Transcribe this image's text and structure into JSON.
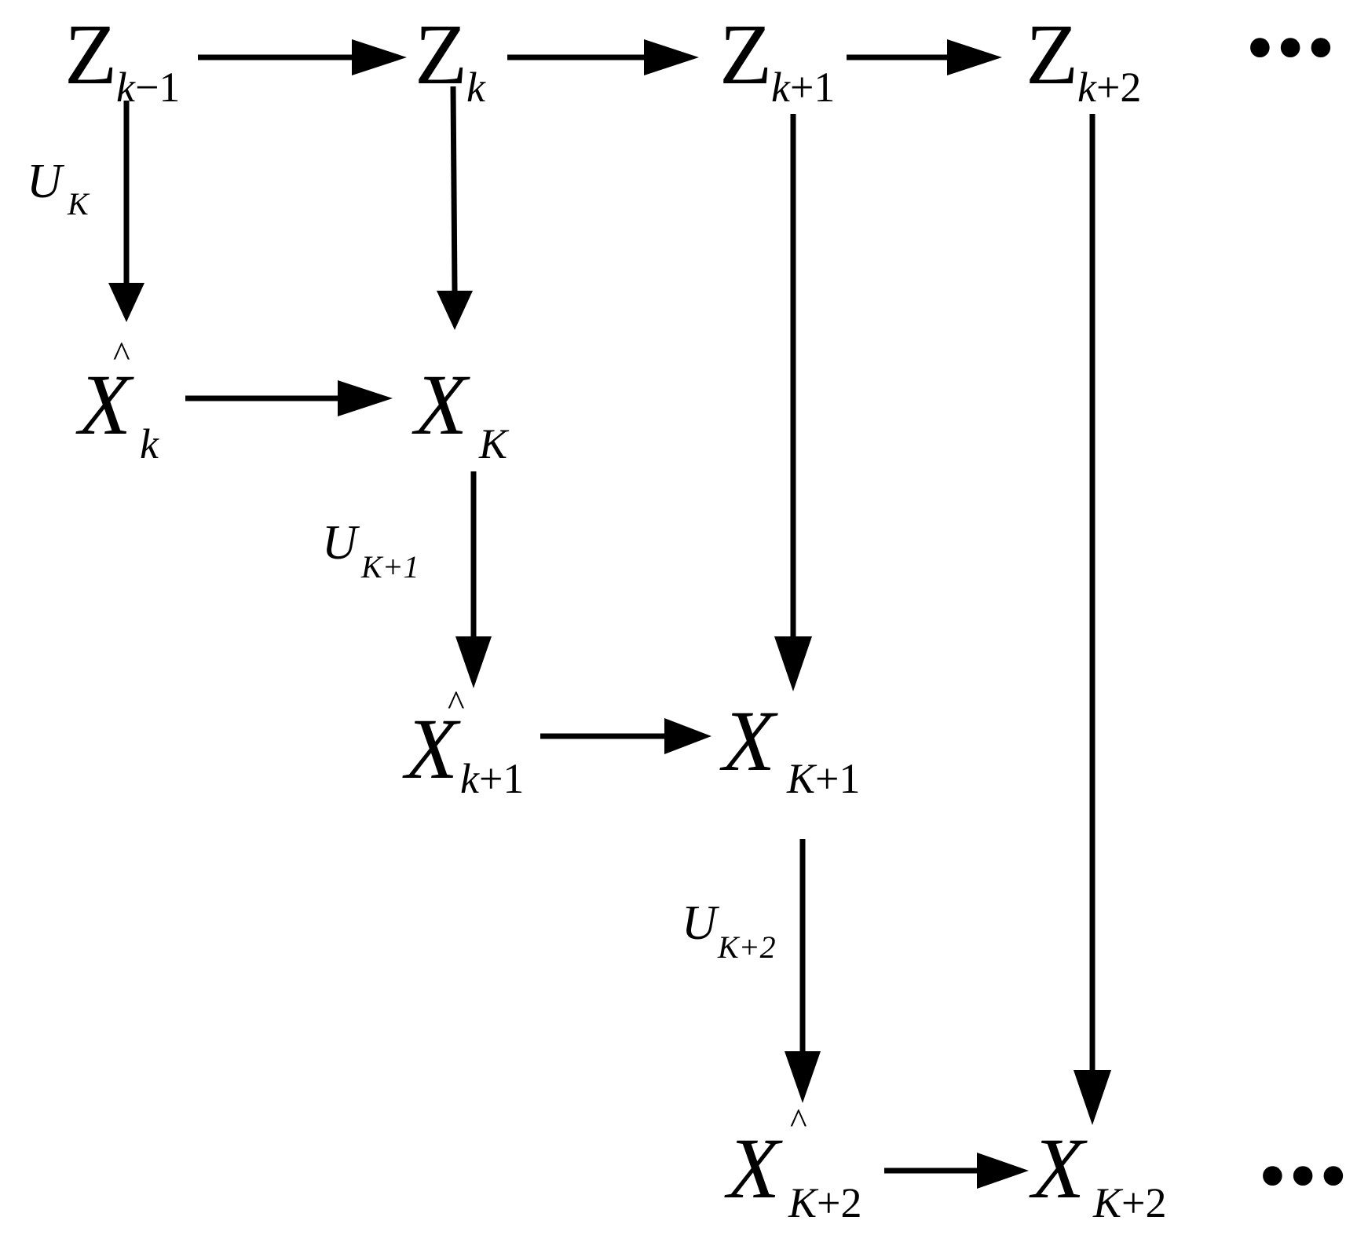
{
  "nodes": {
    "z_km1": {
      "main": "Z",
      "sub_var": "k",
      "sub_rest": "−1"
    },
    "z_k": {
      "main": "Z",
      "sub_var": "k",
      "sub_rest": ""
    },
    "z_kp1": {
      "main": "Z",
      "sub_var": "k",
      "sub_rest": "+1"
    },
    "z_kp2": {
      "main": "Z",
      "sub_var": "k",
      "sub_rest": "+2"
    },
    "xhat_k": {
      "hat": "^",
      "main": "X",
      "sub_var": "k",
      "sub_rest": ""
    },
    "x_K": {
      "main": "X",
      "sub_var": "K",
      "sub_rest": ""
    },
    "xhat_kp1": {
      "hat": "^",
      "main": "X",
      "sub_var": "k",
      "sub_rest": "+1"
    },
    "x_Kp1": {
      "main": "X",
      "sub_var": "K",
      "sub_rest": "+1"
    },
    "xhat_Kp2": {
      "hat": "^",
      "main": "X",
      "sub_var": "K",
      "sub_rest": "+2"
    },
    "x_Kp2": {
      "main": "X",
      "sub_var": "K",
      "sub_rest": "+2"
    }
  },
  "edge_labels": {
    "u_K": {
      "main": "U",
      "sub": "K"
    },
    "u_Kp1": {
      "main": "U",
      "sub": "K+1"
    },
    "u_Kp2": {
      "main": "U",
      "sub": "K+2"
    }
  },
  "continuation": {
    "top": "•••",
    "bottom": "•••"
  }
}
